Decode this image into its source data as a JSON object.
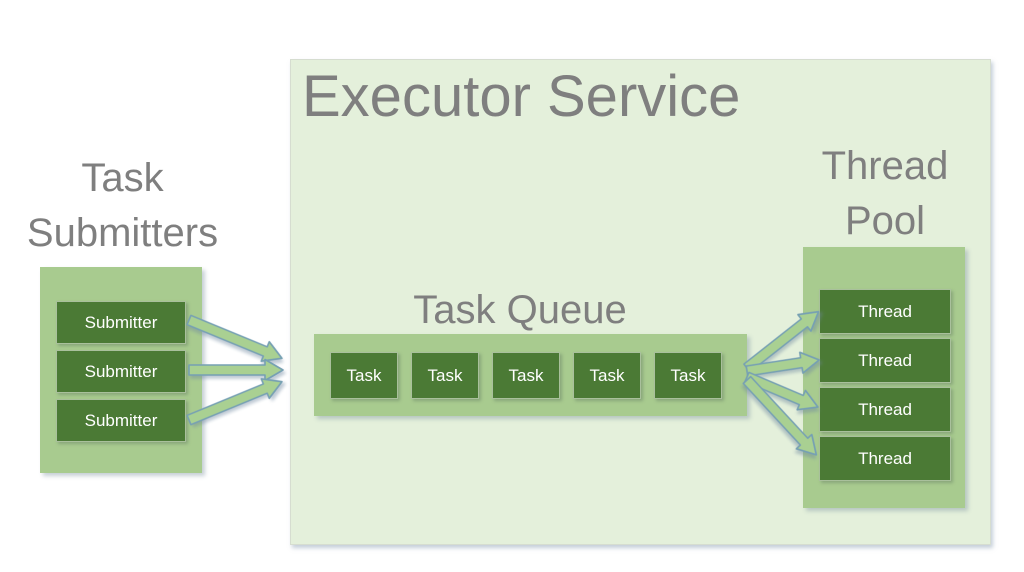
{
  "submitters": {
    "title_line1": "Task",
    "title_line2": "Submitters",
    "items": [
      "Submitter",
      "Submitter",
      "Submitter"
    ]
  },
  "executor": {
    "title": "Executor Service",
    "task_queue": {
      "title": "Task Queue",
      "items": [
        "Task",
        "Task",
        "Task",
        "Task",
        "Task"
      ]
    },
    "thread_pool": {
      "title_line1": "Thread",
      "title_line2": "Pool",
      "items": [
        "Thread",
        "Thread",
        "Thread",
        "Thread"
      ]
    }
  },
  "colors": {
    "background": "#ffffff",
    "container_light_green": "#e4f0db",
    "container_medium_green": "#a8cb8f",
    "box_dark_green": "#4b7a35",
    "title_gray": "#7f7f7f",
    "box_text": "#ffffff",
    "arrow_fill": "#a9d092",
    "arrow_stroke": "#76a0b3"
  }
}
